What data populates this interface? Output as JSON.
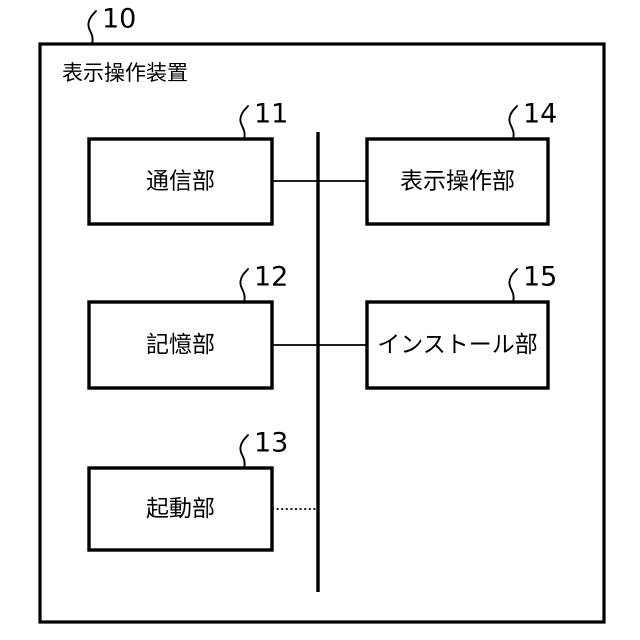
{
  "figure": {
    "type": "block-diagram",
    "background_color": "#ffffff",
    "line_color": "#000000",
    "outer_unit": {
      "title": "表示操作装置",
      "ref": "10"
    },
    "bus": {
      "name": "internal-bus",
      "style": "solid"
    },
    "blocks": [
      {
        "id": "block-11",
        "label": "通信部",
        "ref": "11",
        "column": "left",
        "row": "top",
        "connector_style": "solid"
      },
      {
        "id": "block-14",
        "label": "表示操作部",
        "ref": "14",
        "column": "right",
        "row": "top",
        "connector_style": "solid"
      },
      {
        "id": "block-12",
        "label": "記憶部",
        "ref": "12",
        "column": "left",
        "row": "middle",
        "connector_style": "solid"
      },
      {
        "id": "block-15",
        "label": "インストール部",
        "ref": "15",
        "column": "right",
        "row": "middle",
        "connector_style": "solid"
      },
      {
        "id": "block-13",
        "label": "起動部",
        "ref": "13",
        "column": "left",
        "row": "bottom",
        "connector_style": "dotted"
      }
    ]
  }
}
